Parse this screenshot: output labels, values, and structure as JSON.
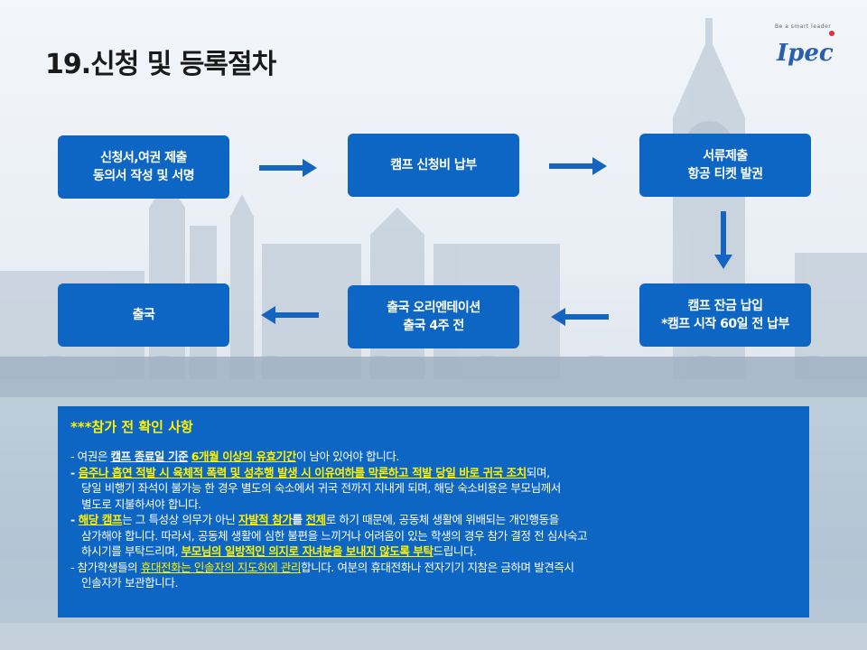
{
  "title": "19.신청 및 등록절차",
  "logo": {
    "tagline": "Be a smart leader",
    "word": "Ipec"
  },
  "steps": [
    {
      "line1": "신청서,여권 제출",
      "line2": "동의서 작성 및 서명"
    },
    {
      "line1": "캠프 신청비 납부",
      "line2": ""
    },
    {
      "line1": "서류제출",
      "line2": "항공 티켓 발권"
    },
    {
      "line1": "캠프 잔금 납입",
      "line2": "*캠프 시작 60일 전 납부"
    },
    {
      "line1": "출국 오리엔테이션",
      "line2": "출국 4주 전"
    },
    {
      "line1": "출국",
      "line2": ""
    }
  ],
  "notice": {
    "title": "***참가 전 확인 사항",
    "l1": {
      "a": "- 여권은 ",
      "b": "캠프 종료일 기준",
      "c": " ",
      "d": "6개월 이상의 유효기간",
      "e": "이 남아 있어야 합니다."
    },
    "l2": {
      "a": "- ",
      "b": "음주나 흡연 적발 시 육체적 폭력 및 성추행 발생 시 이유여하를 막론하고 적발 당일 바로 귀국 조치",
      "c": "되며,"
    },
    "l3": "당일 비행기 좌석이 불가능 한 경우 별도의 숙소에서 귀국 전까지 지내게 되며, 해당 숙소비용은 부모님께서",
    "l4": "별도로 지불하셔야 합니다.",
    "l5": {
      "a": "- ",
      "b": "해당 캠프",
      "c": "는 그 특성상 의무가 아닌 ",
      "d": "자발적 참가",
      "e": "를 ",
      "f": "전제",
      "g": "로 하기 때문에, 공동체 생활에 위배되는 개인행동을"
    },
    "l6": "삼가해야 합니다. 따라서, 공동체 생활에 심한 불편을 느끼거나 어려움이 있는 학생의 경우 참가 결정 전 심사숙고",
    "l7": {
      "a": "하시기를 부탁드리며, ",
      "b": "부모님의 일방적인 의지로 자녀분을 보내지 않도록 부탁",
      "c": "드립니다."
    },
    "l8": {
      "a": "- 참가학생들의 ",
      "b": "휴대전화는 인솔자의 지도하에 관리",
      "c": "합니다. 여분의 휴대전화나 전자기기 지참은 금하며 발견즉시"
    },
    "l9": "인솔자가 보관합니다."
  },
  "colors": {
    "box": "#0d66c4",
    "arrow": "#1565c0",
    "highlight": "#fff200"
  }
}
